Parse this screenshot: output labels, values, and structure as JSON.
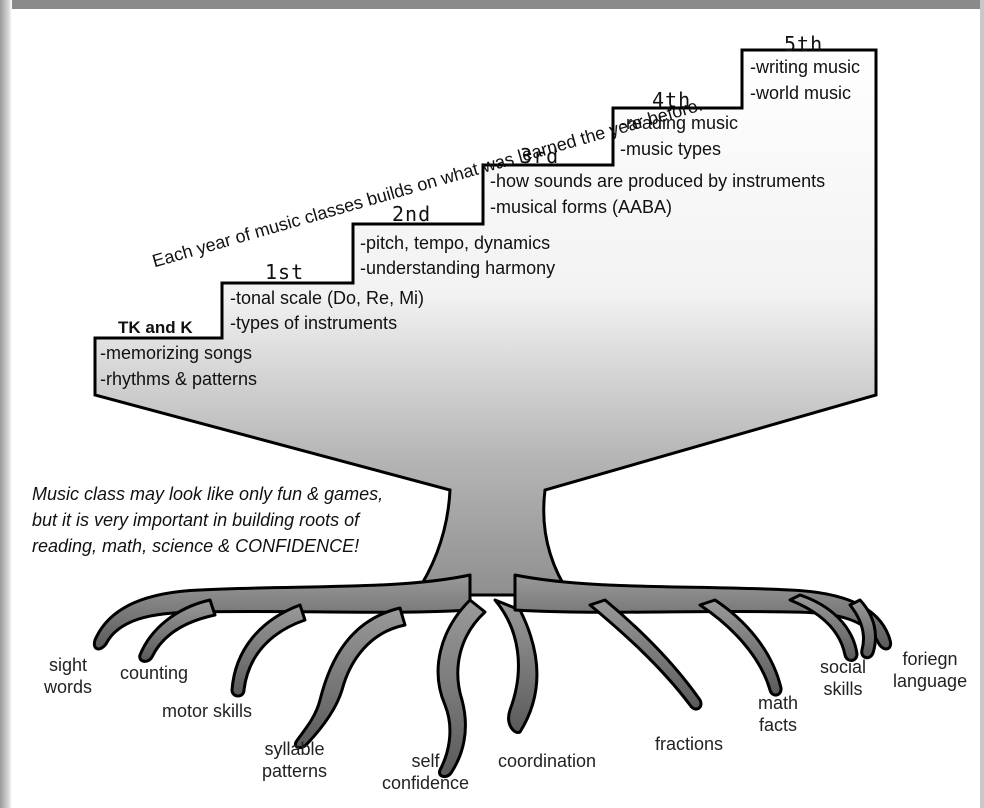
{
  "slogan": "Each year of music classes builds on what was learned the year before.",
  "steps": [
    {
      "grade": "TK and K",
      "items": [
        "-memorizing songs",
        "-rhythms & patterns"
      ]
    },
    {
      "grade": "1st",
      "items": [
        "-tonal scale (Do, Re, Mi)",
        "-types of instruments"
      ]
    },
    {
      "grade": "2nd",
      "items": [
        "-pitch, tempo, dynamics",
        "-understanding harmony"
      ]
    },
    {
      "grade": "3rd",
      "items": [
        "-how sounds are produced by instruments",
        "-musical forms (AABA)"
      ]
    },
    {
      "grade": "4th",
      "items": [
        "-reading music",
        "-music types"
      ]
    },
    {
      "grade": "5th",
      "items": [
        "-writing music",
        "-world music"
      ]
    }
  ],
  "note": [
    "Music class may look like only fun & games,",
    "but it is very important in building roots of",
    "reading, math, science & CONFIDENCE!"
  ],
  "roots": [
    {
      "lines": [
        "sight",
        "words"
      ]
    },
    {
      "lines": [
        "counting"
      ]
    },
    {
      "lines": [
        "motor skills"
      ]
    },
    {
      "lines": [
        "syllable",
        "patterns"
      ]
    },
    {
      "lines": [
        "self",
        "confidence"
      ]
    },
    {
      "lines": [
        "coordination"
      ]
    },
    {
      "lines": [
        "fractions"
      ]
    },
    {
      "lines": [
        "math",
        "facts"
      ]
    },
    {
      "lines": [
        "social",
        "skills"
      ]
    },
    {
      "lines": [
        "foriegn",
        "language"
      ]
    }
  ],
  "colors": {
    "trunk_top": "#ffffff",
    "trunk_bottom": "#8f8f8f",
    "root_dark": "#5a5a5a",
    "outline": "#000000"
  }
}
